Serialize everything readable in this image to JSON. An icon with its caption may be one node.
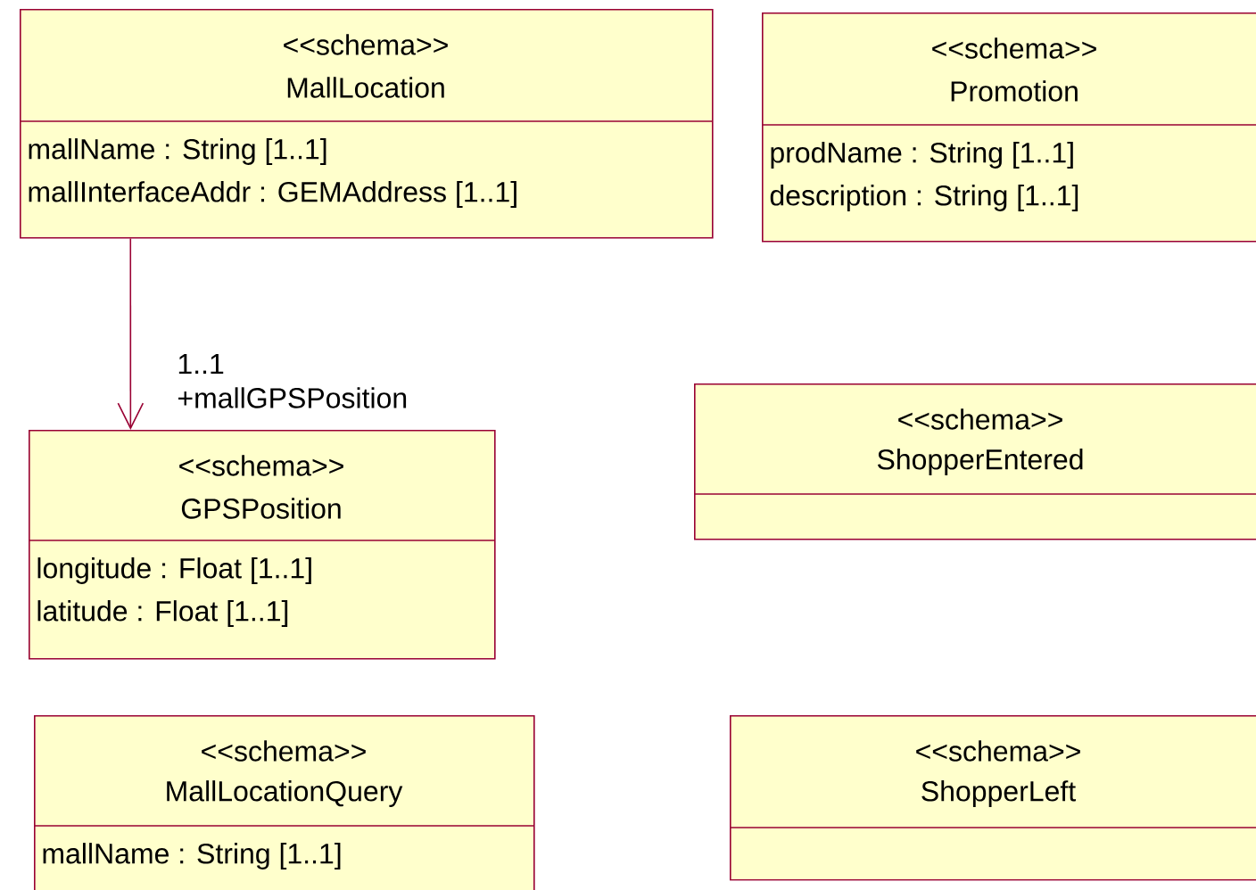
{
  "diagram": {
    "nodes": [
      {
        "text": [
          "<<schema>>",
          "MallLocation",
          "mallName : String [1..1]",
          "mallInterfaceAddr : GEMAddress [1..1]"
        ]
      },
      {
        "text": [
          "<<schema>>",
          "Promotion",
          "prodName : String [1..1]",
          "description : String [1..1]"
        ]
      },
      {
        "text": [
          "<<schema>>",
          "GPSPosition",
          "longitude : Float [1..1]",
          "latitude : Float [1..1]"
        ]
      },
      {
        "text": [
          "<<schema>>",
          "ShopperEntered"
        ]
      },
      {
        "text": [
          "<<schema>>",
          "MallLocationQuery",
          "mallName : String [1..1]"
        ]
      },
      {
        "text": [
          "<<schema>>",
          "ShopperLeft"
        ]
      }
    ],
    "edges": [
      {
        "from": 0,
        "to": 2,
        "arrow": "to"
      }
    ],
    "labels": [
      "1..1",
      "+mallGPSPosition"
    ]
  }
}
